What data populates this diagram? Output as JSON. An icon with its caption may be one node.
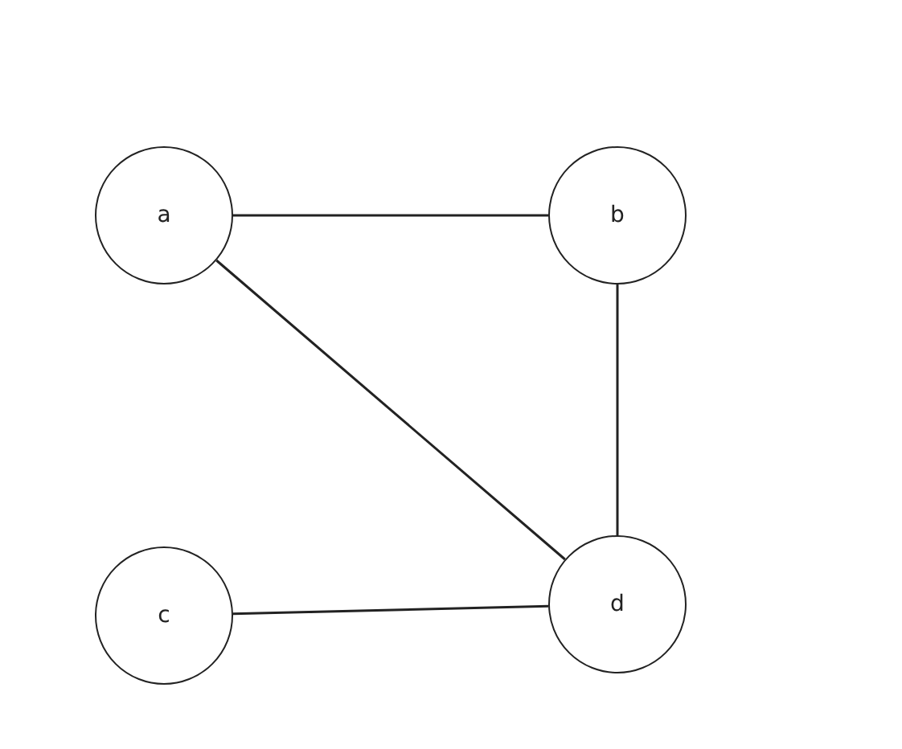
{
  "diagram": {
    "nodes": [
      {
        "text": [
          "a"
        ]
      },
      {
        "text": [
          "b"
        ]
      },
      {
        "text": [
          "c"
        ]
      },
      {
        "text": [
          "d"
        ]
      }
    ],
    "edges": [
      {
        "from": 0,
        "to": 1,
        "arrow": "none"
      },
      {
        "from": 0,
        "to": 3,
        "arrow": "none"
      },
      {
        "from": 1,
        "to": 3,
        "arrow": "none"
      },
      {
        "from": 2,
        "to": 3,
        "arrow": "none"
      }
    ]
  }
}
